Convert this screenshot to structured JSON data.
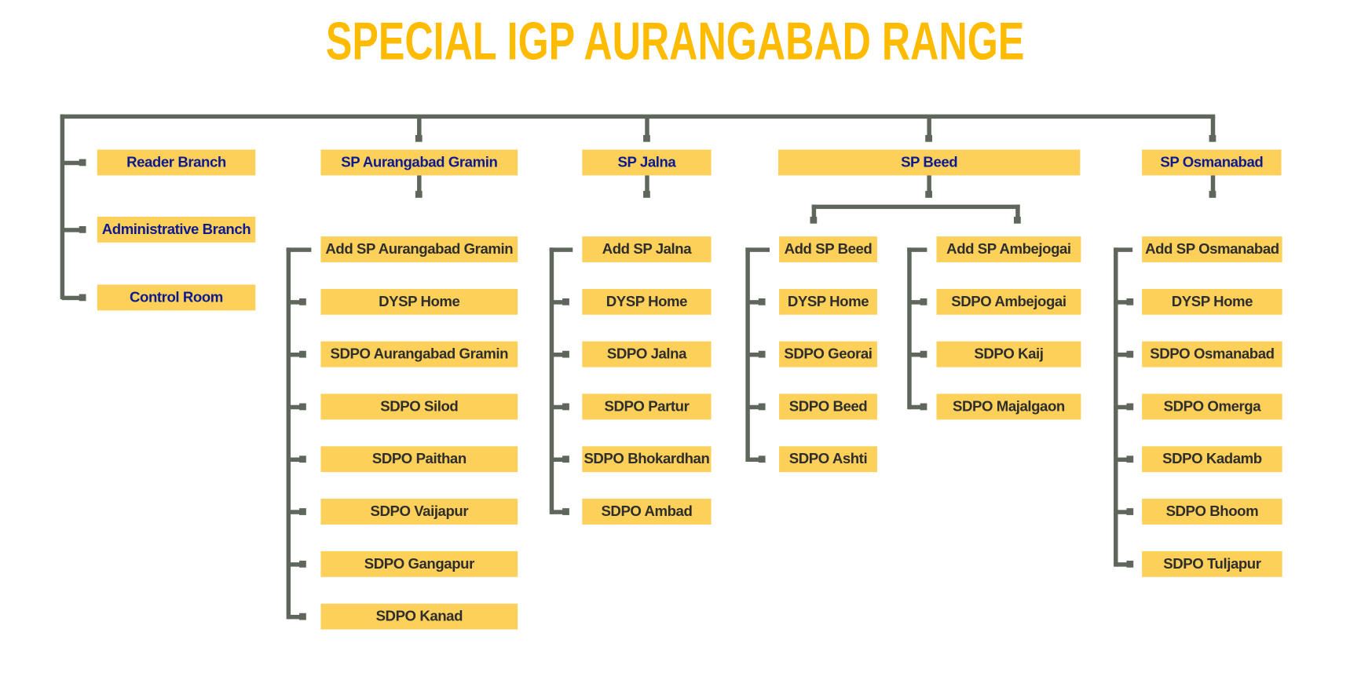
{
  "title": "SPECIAL IGP AURANGABAD RANGE",
  "colors": {
    "title": "#ffbb00",
    "box": "#fdd05a",
    "line": "#5f675c",
    "top_text": "#0d1a8f",
    "sub_text": "#2e2e2e"
  },
  "branches": [
    "Reader Branch",
    "Administrative Branch",
    "Control Room"
  ],
  "sp_offices": [
    {
      "name": "SP Aurangabad Gramin",
      "groups": [
        [
          "Add SP Aurangabad Gramin",
          "DYSP Home",
          "SDPO Aurangabad Gramin",
          "SDPO Silod",
          "SDPO Paithan",
          "SDPO Vaijapur",
          "SDPO Gangapur",
          "SDPO Kanad"
        ]
      ]
    },
    {
      "name": "SP Jalna",
      "groups": [
        [
          "Add SP Jalna",
          "DYSP Home",
          "SDPO Jalna",
          "SDPO Partur",
          "SDPO Bhokardhan",
          "SDPO Ambad"
        ]
      ]
    },
    {
      "name": "SP Beed",
      "groups": [
        [
          "Add SP Beed",
          "DYSP Home",
          "SDPO Georai",
          "SDPO Beed",
          "SDPO Ashti"
        ],
        [
          "Add SP Ambejogai",
          "SDPO Ambejogai",
          "SDPO Kaij",
          "SDPO Majalgaon"
        ]
      ]
    },
    {
      "name": "SP Osmanabad",
      "groups": [
        [
          "Add SP Osmanabad",
          "DYSP Home",
          "SDPO Osmanabad",
          "SDPO Omerga",
          "SDPO Kadamb",
          "SDPO Bhoom",
          "SDPO Tuljapur"
        ]
      ]
    }
  ]
}
